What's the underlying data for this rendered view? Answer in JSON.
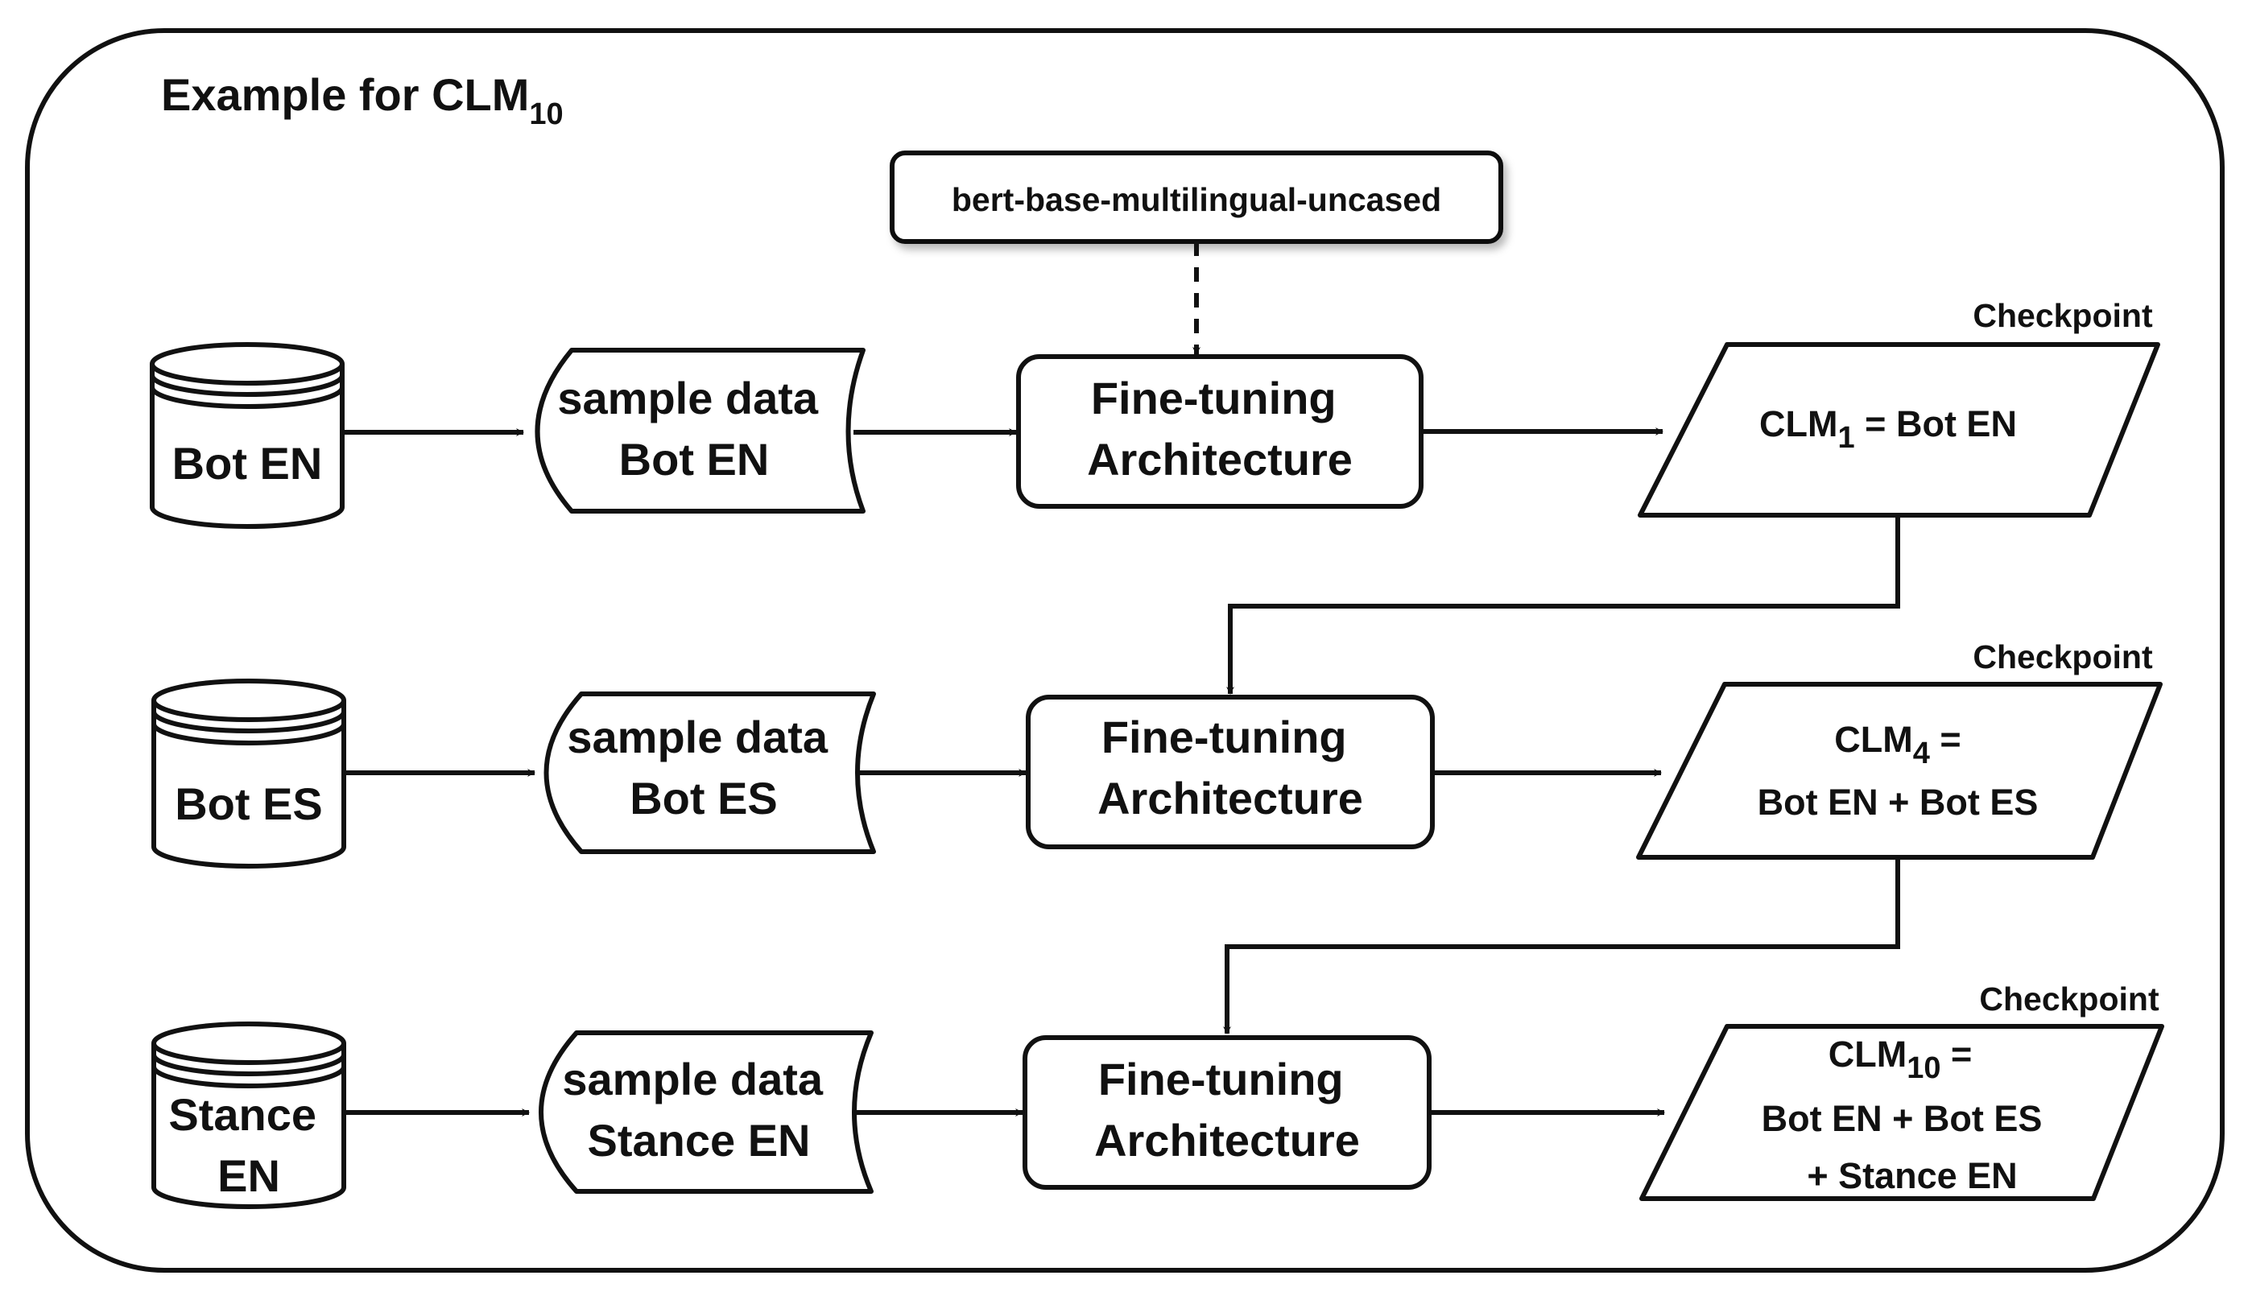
{
  "title": {
    "prefix": "Example for ",
    "model": "CLM",
    "sub": "10"
  },
  "base_model": "bert-base-multilingual-uncased",
  "rows": [
    {
      "database": [
        "Bot EN"
      ],
      "sample": [
        "sample data",
        "Bot EN"
      ],
      "process": [
        "Fine-tuning",
        "Architecture"
      ],
      "checkpoint_label": "Checkpoint",
      "output": {
        "model": "CLM",
        "sub": "1",
        "rest": " = Bot EN",
        "lines": []
      }
    },
    {
      "database": [
        "Bot ES"
      ],
      "sample": [
        "sample data",
        "Bot ES"
      ],
      "process": [
        "Fine-tuning",
        "Architecture"
      ],
      "checkpoint_label": "Checkpoint",
      "output": {
        "model": "CLM",
        "sub": "4",
        "rest": " =",
        "lines": [
          "Bot EN + Bot ES"
        ]
      }
    },
    {
      "database": [
        "Stance",
        "EN"
      ],
      "sample": [
        "sample data",
        "Stance EN"
      ],
      "process": [
        "Fine-tuning",
        "Architecture"
      ],
      "checkpoint_label": "Checkpoint",
      "output": {
        "model": "CLM",
        "sub": "10",
        "rest": " =",
        "lines": [
          "Bot EN + Bot ES",
          "+ Stance EN"
        ]
      }
    }
  ]
}
